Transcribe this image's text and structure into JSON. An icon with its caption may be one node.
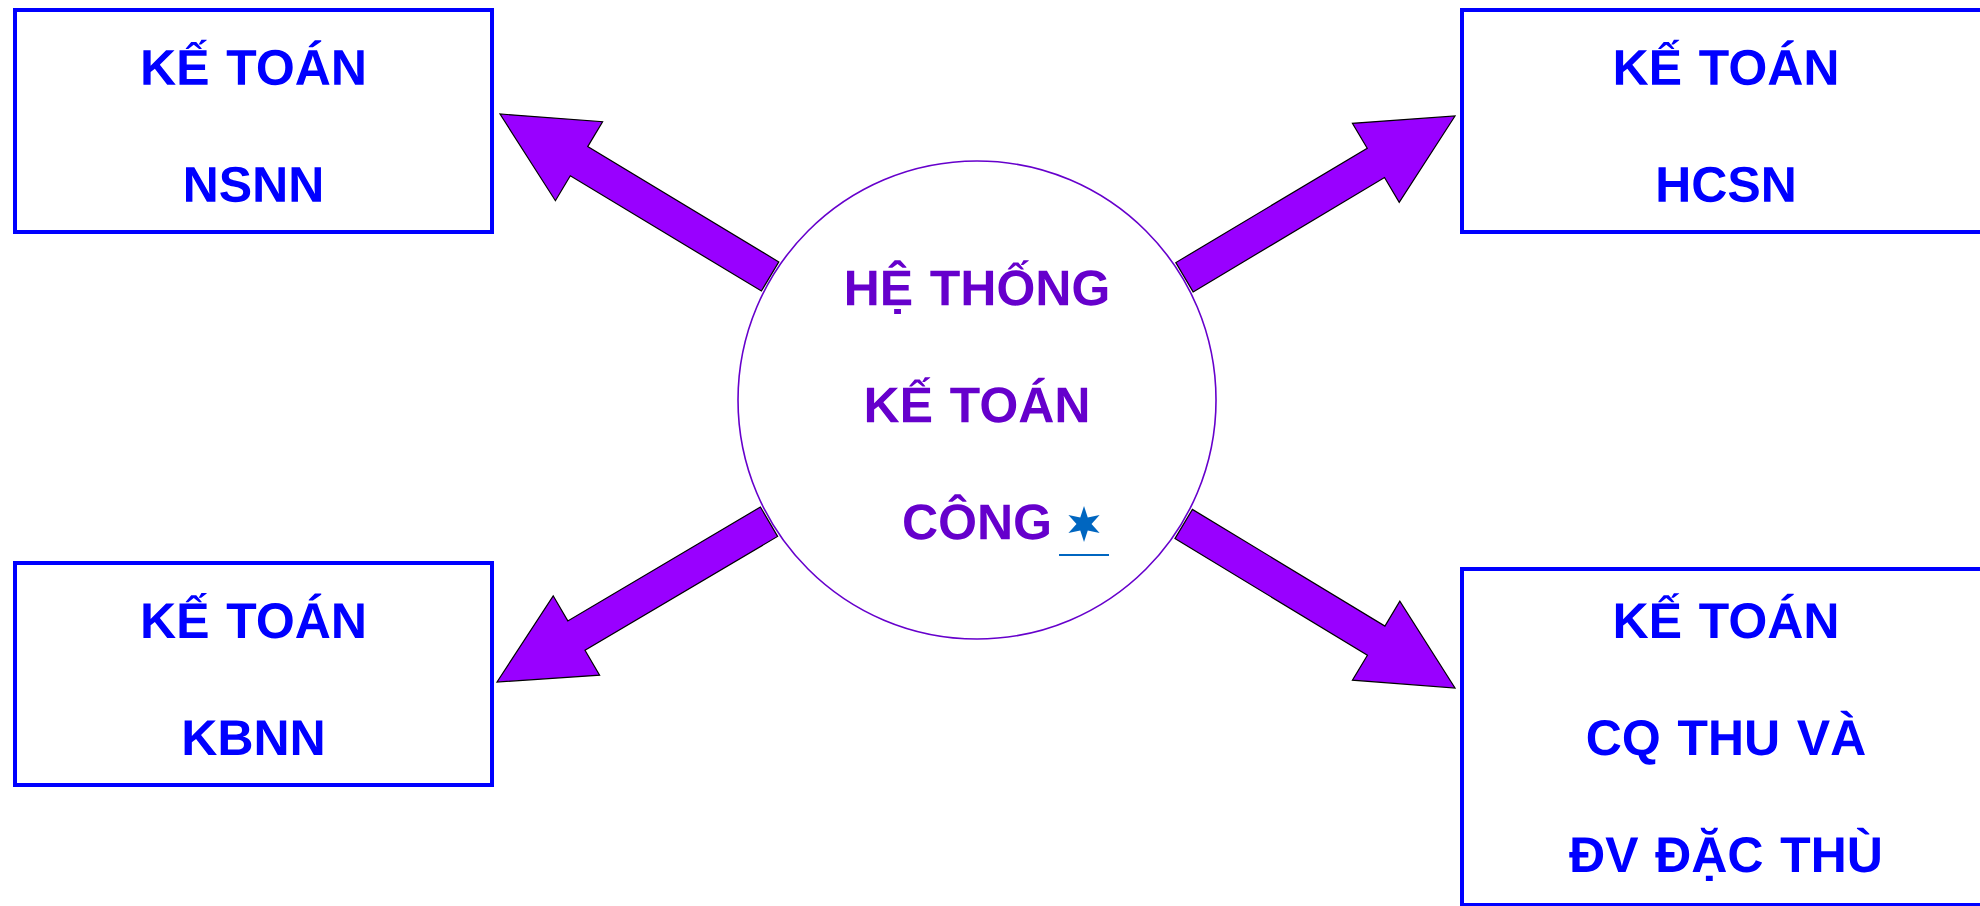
{
  "diagram": {
    "nodes": [
      {
        "text": [
          "KẾ TOÁN",
          "NSNN"
        ]
      },
      {
        "text": [
          "KẾ TOÁN",
          "HCSN"
        ]
      },
      {
        "text": [
          "HỆ THỐNG KẾ TOÁN CÔNG"
        ]
      },
      {
        "text": [
          "KẾ TOÁN",
          "KBNN"
        ]
      },
      {
        "text": [
          "KẾ TOÁN",
          "CQ THU VÀ ĐV ĐẶC THÙ"
        ]
      }
    ],
    "edges": [
      {
        "from": 2,
        "to": 0,
        "arrow": "to"
      },
      {
        "from": 2,
        "to": 1,
        "arrow": "to"
      },
      {
        "from": 2,
        "to": 3,
        "arrow": "to"
      },
      {
        "from": 2,
        "to": 4,
        "arrow": "to"
      }
    ]
  }
}
